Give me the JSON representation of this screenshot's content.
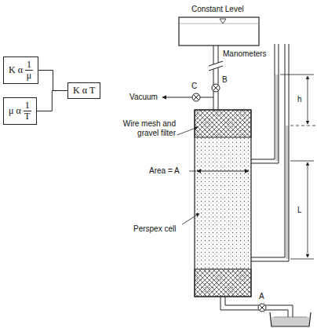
{
  "diagram": {
    "nodes": [
      {
        "text": [
          "K α",
          "1",
          "μ"
        ]
      },
      {
        "text": [
          "μ α",
          "1",
          "T"
        ]
      },
      {
        "text": [
          "K α T"
        ]
      }
    ],
    "edges": [
      {
        "from": 0,
        "to": 2,
        "arrow": "none"
      },
      {
        "from": 1,
        "to": 2,
        "arrow": "none"
      }
    ],
    "labels": [
      "Constant Level",
      "Manometers",
      "h",
      "L",
      "Vacuum",
      "C",
      "B",
      "Wire mesh and gravel filter",
      "Area = A",
      "Perspex cell",
      "A"
    ]
  }
}
